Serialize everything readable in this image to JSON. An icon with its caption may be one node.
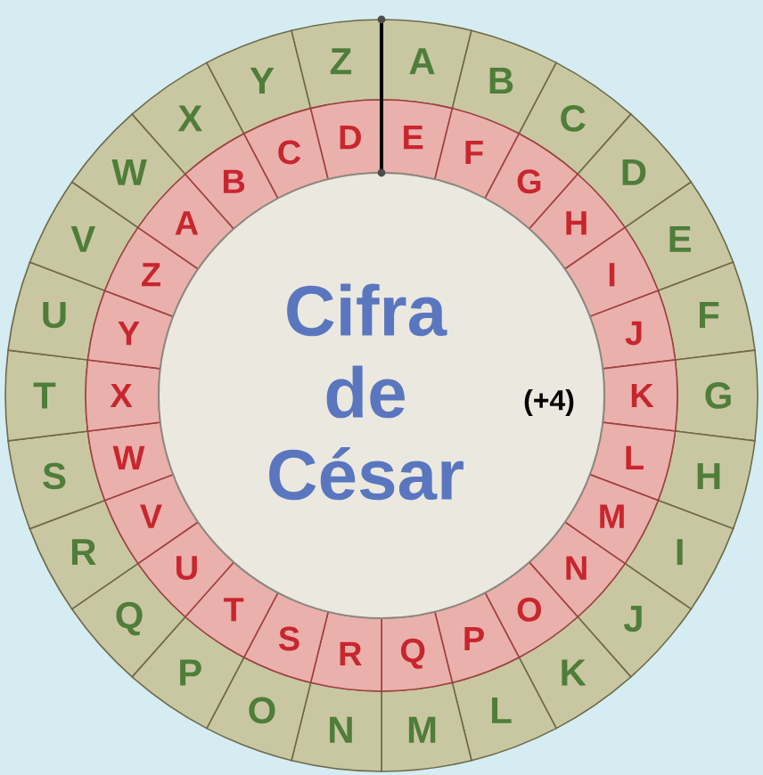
{
  "diagram": {
    "title": "Cifra de César",
    "labels": [
      "A",
      "B",
      "C",
      "D",
      "E",
      "F",
      "G",
      "H",
      "I",
      "J",
      "K",
      "L",
      "M",
      "N",
      "O",
      "P",
      "Q",
      "R",
      "S",
      "T",
      "U",
      "V",
      "W",
      "X",
      "Y",
      "Z",
      "E",
      "F",
      "G",
      "H",
      "I",
      "J",
      "K",
      "L",
      "M",
      "N",
      "O",
      "P",
      "Q",
      "R",
      "S",
      "T",
      "U",
      "V",
      "W",
      "X",
      "Y",
      "Z",
      "A",
      "B",
      "C",
      "D",
      "(+4)"
    ]
  }
}
